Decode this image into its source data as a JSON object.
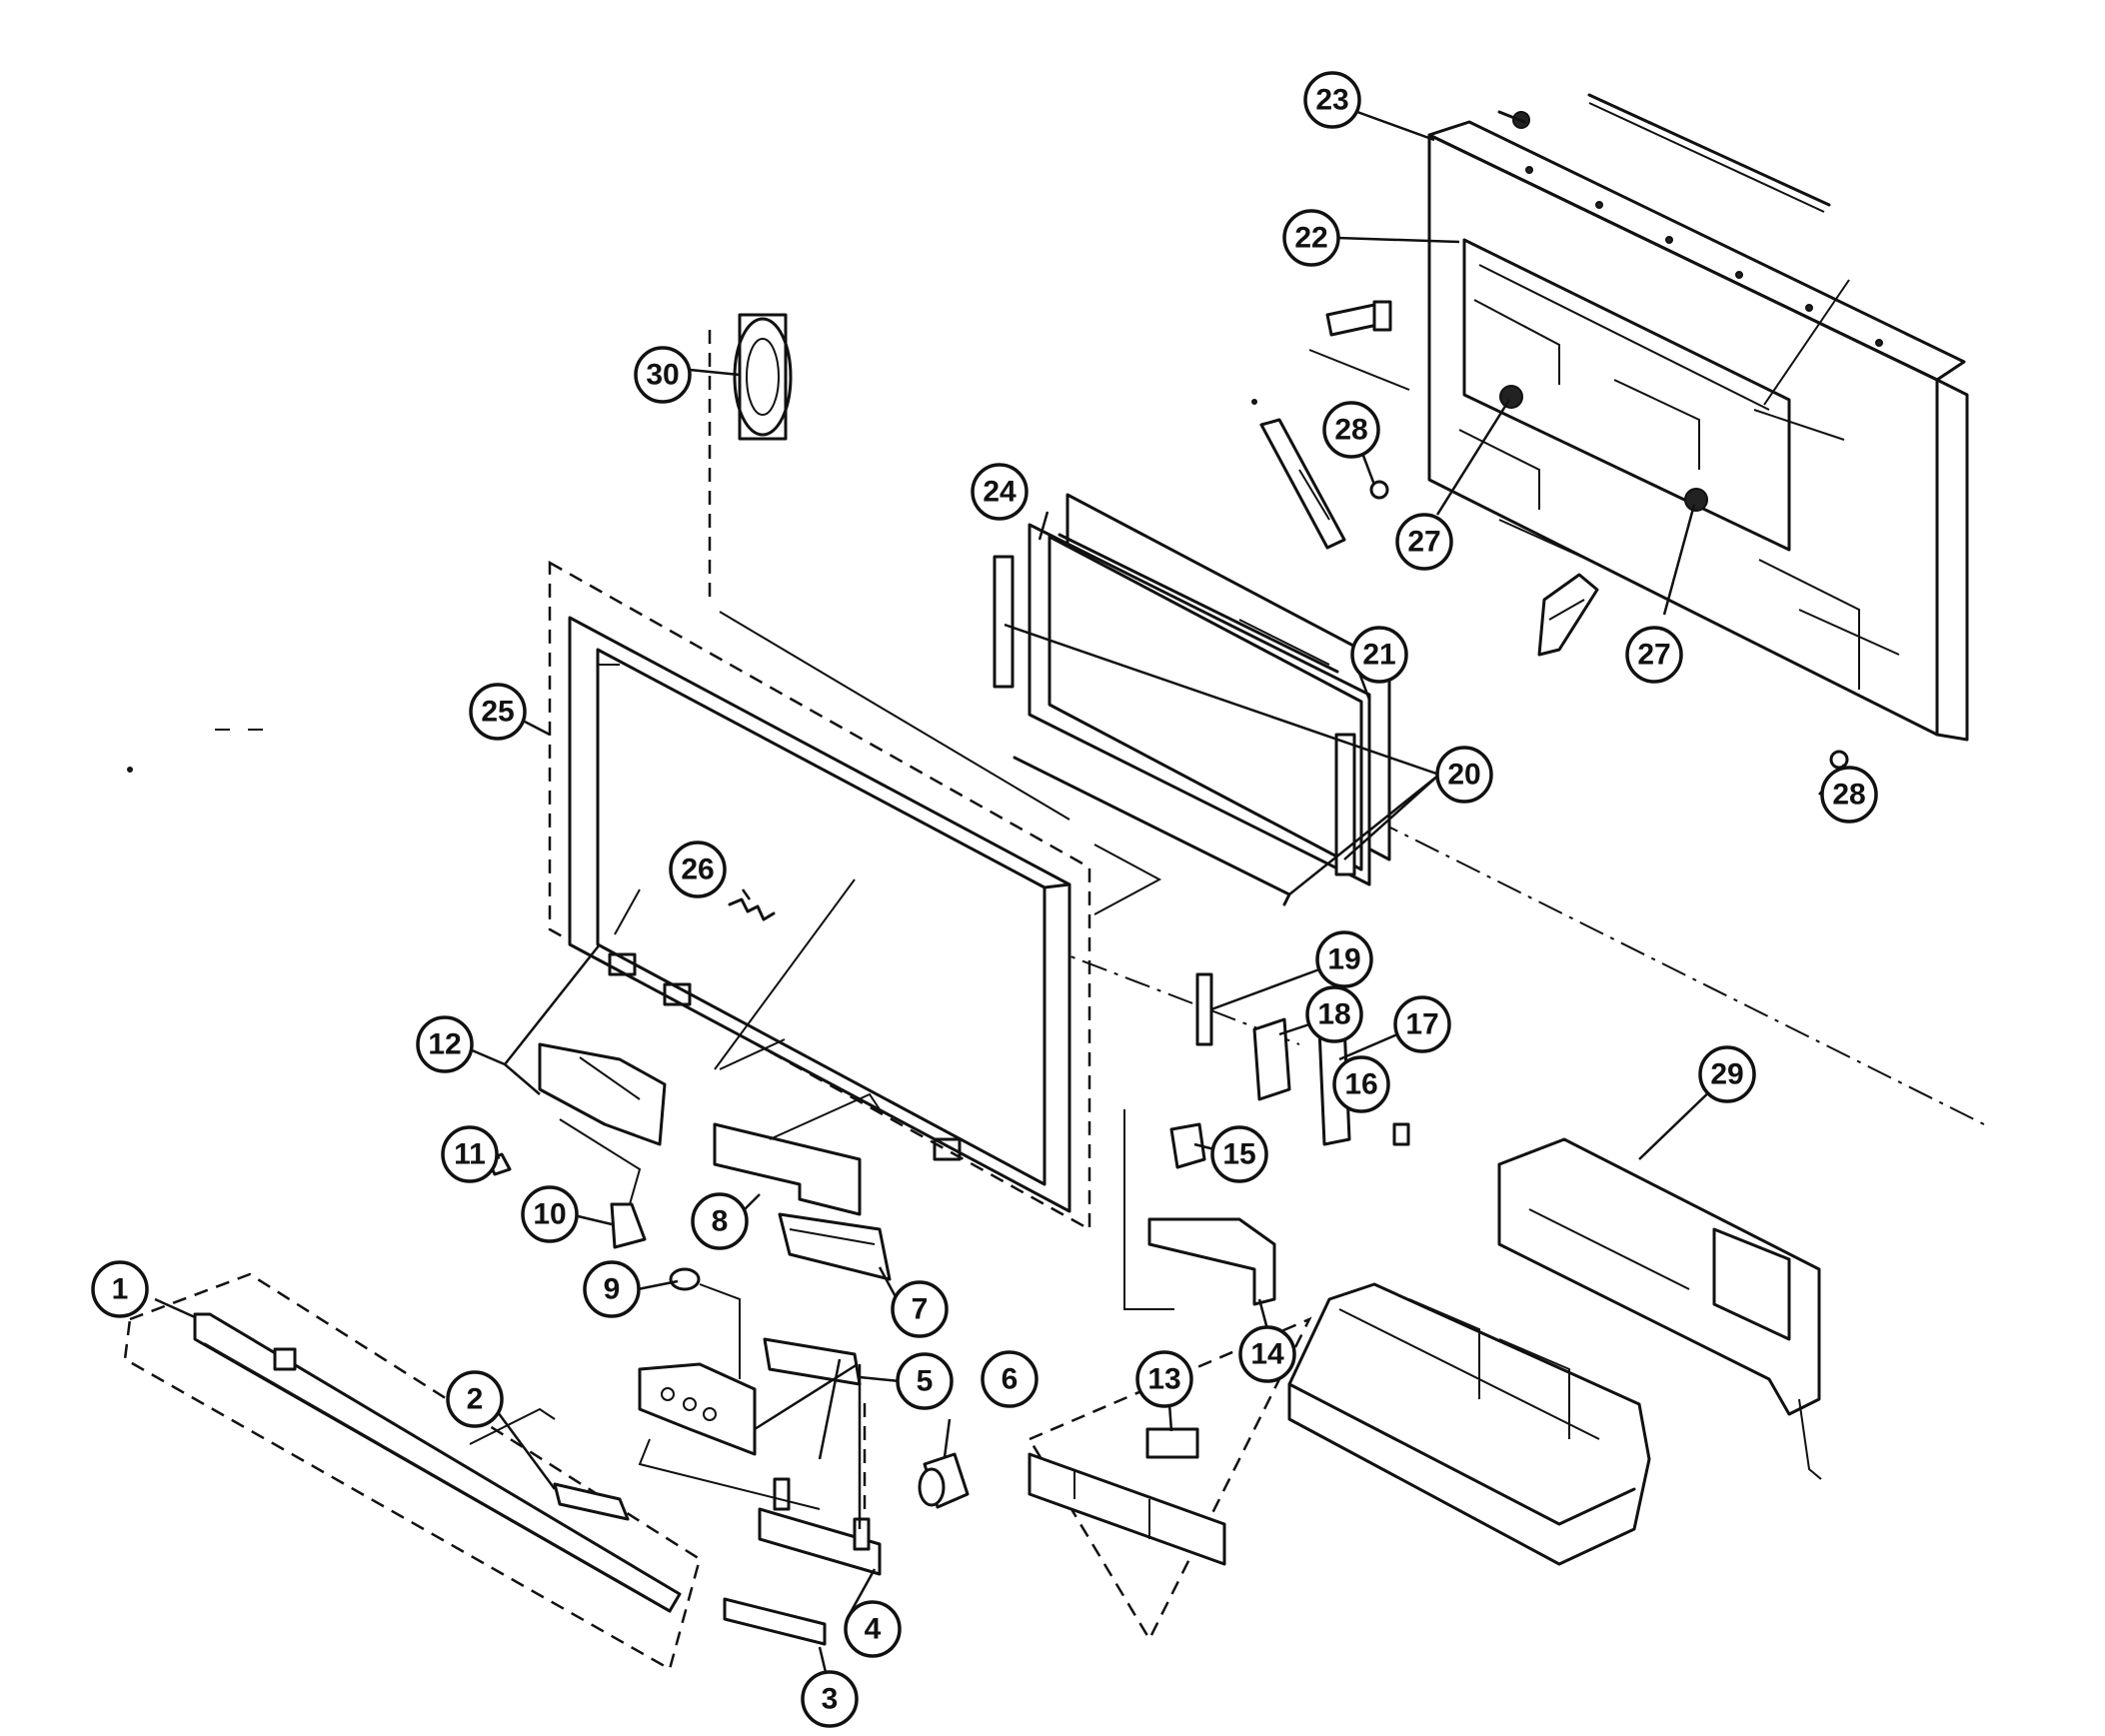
{
  "callouts": [
    {
      "id": "c1",
      "label": "1"
    },
    {
      "id": "c2",
      "label": "2"
    },
    {
      "id": "c3",
      "label": "3"
    },
    {
      "id": "c4",
      "label": "4"
    },
    {
      "id": "c5",
      "label": "5"
    },
    {
      "id": "c6",
      "label": "6"
    },
    {
      "id": "c7",
      "label": "7"
    },
    {
      "id": "c8",
      "label": "8"
    },
    {
      "id": "c9",
      "label": "9"
    },
    {
      "id": "c10",
      "label": "10"
    },
    {
      "id": "c11",
      "label": "11"
    },
    {
      "id": "c12",
      "label": "12"
    },
    {
      "id": "c13",
      "label": "13"
    },
    {
      "id": "c14",
      "label": "14"
    },
    {
      "id": "c15",
      "label": "15"
    },
    {
      "id": "c16",
      "label": "16"
    },
    {
      "id": "c17",
      "label": "17"
    },
    {
      "id": "c18",
      "label": "18"
    },
    {
      "id": "c19",
      "label": "19"
    },
    {
      "id": "c20",
      "label": "20"
    },
    {
      "id": "c21",
      "label": "21"
    },
    {
      "id": "c22",
      "label": "22"
    },
    {
      "id": "c23",
      "label": "23"
    },
    {
      "id": "c24",
      "label": "24"
    },
    {
      "id": "c25",
      "label": "25"
    },
    {
      "id": "c26",
      "label": "26"
    },
    {
      "id": "c27a",
      "label": "27"
    },
    {
      "id": "c27b",
      "label": "27"
    },
    {
      "id": "c28a",
      "label": "28"
    },
    {
      "id": "c28b",
      "label": "28"
    },
    {
      "id": "c29",
      "label": "29"
    },
    {
      "id": "c30",
      "label": "30"
    }
  ]
}
